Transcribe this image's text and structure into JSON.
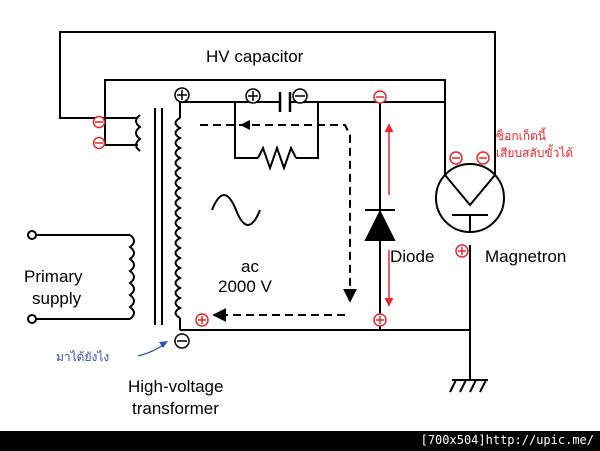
{
  "labels": {
    "hv_capacitor": "HV capacitor",
    "primary_line1": "Primary",
    "primary_line2": "supply",
    "ac_line1": "ac",
    "ac_line2": "2000 V",
    "diode": "Diode",
    "magnetron": "Magnetron",
    "hv_transformer_line1": "High-voltage",
    "hv_transformer_line2": "transformer"
  },
  "annotations": {
    "socket_note_line1": "ซ็อกเก็ตนี้",
    "socket_note_line2": "เสียบสลับขั้วได้",
    "where_from": "มาได้ยังไง"
  },
  "polarity": {
    "plus": "+",
    "minus": "−"
  },
  "footer": {
    "text": "[700x504]http://upic.me/"
  },
  "colors": {
    "ink": "#000000",
    "annotation_red": "#e8262b",
    "annotation_blue": "#3b4fb0",
    "footer_bg": "#000000",
    "footer_text": "#ffffff"
  }
}
